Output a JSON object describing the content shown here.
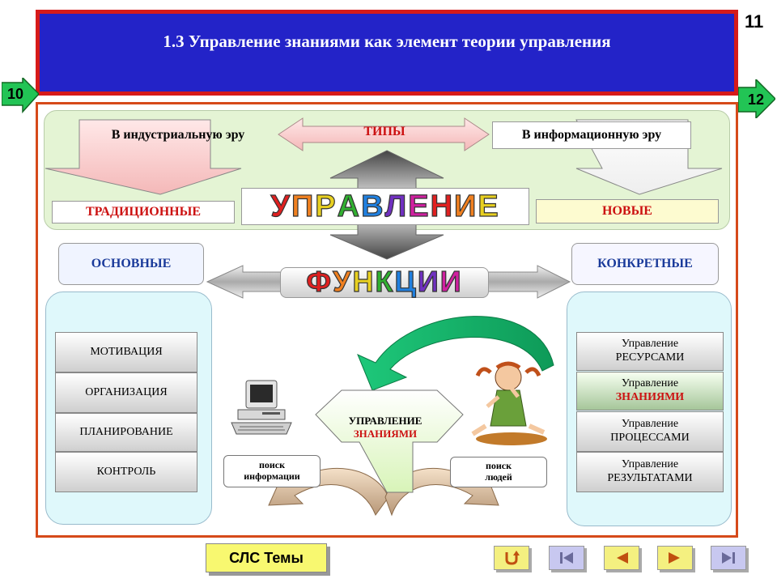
{
  "header": {
    "title": "1.3  Управление знаниями как элемент  теории управления",
    "page_number": "11"
  },
  "nav": {
    "prev_badge": "10",
    "next_badge": "12",
    "topics_button": "СЛС Темы"
  },
  "top": {
    "left_era": "В индустриальную эру",
    "right_era": "В информационную эру",
    "types": "ТИПЫ",
    "traditional": "ТРАДИЦИОННЫЕ",
    "new": "НОВЫЕ",
    "management_word": "УПРАВЛЕНИЕ"
  },
  "functions": {
    "basic": "ОСНОВНЫЕ",
    "concrete": "КОНКРЕТНЫЕ",
    "functions_word": "ФУНКЦИИ",
    "basic_list": [
      "МОТИВАЦИЯ",
      "ОРГАНИЗАЦИЯ",
      "ПЛАНИРОВАНИЕ",
      "КОНТРОЛЬ"
    ],
    "concrete_list": [
      {
        "line1": "Управление",
        "line2": "РЕСУРСАМИ"
      },
      {
        "line1": "Управление",
        "line2": "ЗНАНИЯМИ"
      },
      {
        "line1": "Управление",
        "line2": "ПРОЦЕССАМИ"
      },
      {
        "line1": "Управление",
        "line2": "РЕЗУЛЬТАТАМИ"
      }
    ]
  },
  "center": {
    "km_line1": "УПРАВЛЕНИЕ",
    "km_line2": "ЗНАНИЯМИ",
    "search_info_line1": "поиск",
    "search_info_line2": "информации",
    "search_people_line1": "поиск",
    "search_people_line2": "людей"
  },
  "colors": {
    "title_bg": "#2323c8",
    "frame": "#d61a1a",
    "accent_red": "#cc1111",
    "badge_green": "#22c455"
  }
}
